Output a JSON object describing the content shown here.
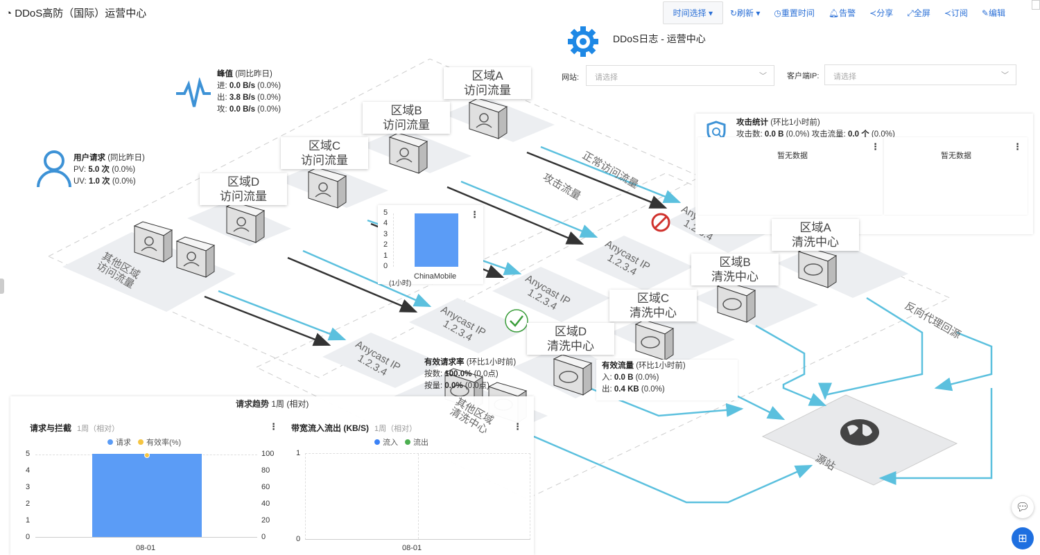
{
  "header": {
    "title": "DDoS高防（国际）运营中心",
    "toolbar": {
      "time_select": "时间选择 ▾",
      "refresh": "刷新 ▾",
      "reset_time": "重置时间",
      "alert": "告警",
      "share": "分享",
      "fullscreen": "全屏",
      "subscribe": "订阅",
      "edit": "编辑"
    }
  },
  "brand": {
    "title": "DDoS日志 - 运营中心"
  },
  "filters": {
    "site_label": "网站:",
    "site_placeholder": "请选择",
    "client_ip_label": "客户端IP:",
    "client_ip_placeholder": "请选择"
  },
  "peak": {
    "title": "峰值",
    "compare": "(同比昨日)",
    "rows": [
      {
        "k": "进: ",
        "v": "0.0 B/s",
        "p": " (0.0%)"
      },
      {
        "k": "出: ",
        "v": "3.8 B/s",
        "p": " (0.0%)"
      },
      {
        "k": "攻: ",
        "v": "0.0 B/s",
        "p": " (0.0%)"
      }
    ]
  },
  "user_req": {
    "title": "用户请求",
    "compare": "(同比昨日)",
    "rows": [
      {
        "k": "PV: ",
        "v": "5.0 次",
        "p": " (0.0%)"
      },
      {
        "k": "UV: ",
        "v": "1.0 次",
        "p": " (0.0%)"
      }
    ]
  },
  "diagram": {
    "access_regions": [
      {
        "l1": "区域A",
        "l2": "访问流量"
      },
      {
        "l1": "区域B",
        "l2": "访问流量"
      },
      {
        "l1": "区域C",
        "l2": "访问流量"
      },
      {
        "l1": "区域D",
        "l2": "访问流量"
      }
    ],
    "other_access": {
      "l1": "其他区域",
      "l2": "访问流量"
    },
    "clean_regions": [
      {
        "l1": "区域A",
        "l2": "清洗中心"
      },
      {
        "l1": "区域B",
        "l2": "清洗中心"
      },
      {
        "l1": "区域C",
        "l2": "清洗中心"
      },
      {
        "l1": "区域D",
        "l2": "清洗中心"
      }
    ],
    "other_clean": {
      "l1": "其他区域",
      "l2": "清洗中心"
    },
    "anycast": {
      "l1": "Anycast IP",
      "l2": "1.2.3.4"
    },
    "normal_flow": "正常访问流量",
    "attack_flow": "攻击流量",
    "reverse_proxy": "反向代理回源",
    "origin": "源站"
  },
  "attack_stats": {
    "title": "攻击统计",
    "compare": "(环比1小时前)",
    "count_label": "攻击数: ",
    "count": "0.0 B",
    "count_pct": " (0.0%) ",
    "flow_label": "攻击流量: ",
    "flow": "0.0 个",
    "flow_pct": " (0.0%)",
    "no_data_1": "暂无数据",
    "no_data_2": "暂无数据"
  },
  "valid_rate": {
    "title": "有效请求率",
    "compare": "(环比1小时前)",
    "rows": [
      {
        "k": "按数: ",
        "v": "100.0%",
        "p": " (0.0点)"
      },
      {
        "k": "按量: ",
        "v": "0.0%",
        "p": " (0.0点)"
      }
    ]
  },
  "valid_flow": {
    "title": "有效流量",
    "compare": "(环比1小时前)",
    "rows": [
      {
        "k": "入: ",
        "v": "0.0 B",
        "p": " (0.0%)"
      },
      {
        "k": "出: ",
        "v": "0.4 KB",
        "p": " (0.0%)"
      }
    ]
  },
  "isp_chart": {
    "type": "bar",
    "categories": [
      "ChinaMobile"
    ],
    "values": [
      5
    ],
    "ylim": [
      0,
      5
    ],
    "yticks": [
      "5",
      "4",
      "3",
      "2",
      "1",
      "0"
    ],
    "note": "(1小时)",
    "color": "#5b9cf6"
  },
  "trend": {
    "title": "请求趋势",
    "range": "1周 (相对)"
  },
  "chart_data": [
    {
      "type": "bar",
      "title": "请求与拦截",
      "subtitle": "1周（相对）",
      "categories": [
        "08-01"
      ],
      "series": [
        {
          "name": "请求",
          "values": [
            5
          ],
          "color": "#5b9cf6"
        },
        {
          "name": "有效率(%)",
          "values": [
            100
          ],
          "color": "#f5c542",
          "axis": "right"
        }
      ],
      "ylim": [
        0,
        5
      ],
      "y2lim": [
        0,
        100
      ],
      "yticks": [
        "5",
        "4",
        "3",
        "2",
        "1",
        "0"
      ],
      "y2ticks": [
        "100",
        "80",
        "60",
        "40",
        "20",
        "0"
      ]
    },
    {
      "type": "line",
      "title": "带宽流入流出 (KB/S)",
      "subtitle": "1周（相对）",
      "categories": [
        "08-01"
      ],
      "series": [
        {
          "name": "流入",
          "values": [],
          "color": "#3b82f6"
        },
        {
          "name": "流出",
          "values": [],
          "color": "#4caf50"
        }
      ],
      "ylim": [
        0,
        1
      ],
      "yticks": [
        "1",
        "0"
      ]
    }
  ]
}
